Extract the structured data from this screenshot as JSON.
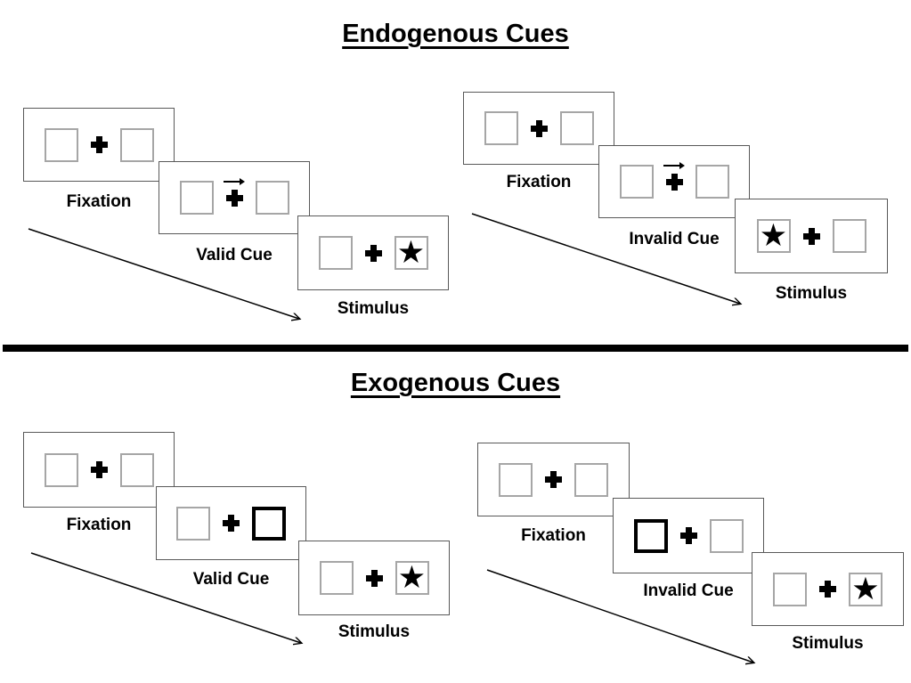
{
  "colors": {
    "card_border": "#595959",
    "box_border": "#a6a6a6",
    "cue_highlight": "#000000",
    "ink": "#000000",
    "background": "#ffffff"
  },
  "icons": {
    "star": "★",
    "fixation_cross": "+",
    "cue_arrow_direction": "right"
  },
  "sections": [
    {
      "title": "Endogenous Cues",
      "trials": [
        {
          "name": "valid",
          "frames": [
            {
              "label": "Fixation",
              "cue": "none",
              "star": "none"
            },
            {
              "label": "Valid Cue",
              "cue": "arrow-right",
              "star": "none"
            },
            {
              "label": "Stimulus",
              "cue": "none",
              "star": "right"
            }
          ]
        },
        {
          "name": "invalid",
          "frames": [
            {
              "label": "Fixation",
              "cue": "none",
              "star": "none"
            },
            {
              "label": "Invalid Cue",
              "cue": "arrow-right",
              "star": "none"
            },
            {
              "label": "Stimulus",
              "cue": "none",
              "star": "left"
            }
          ]
        }
      ]
    },
    {
      "title": "Exogenous Cues",
      "trials": [
        {
          "name": "valid",
          "frames": [
            {
              "label": "Fixation",
              "cue": "none",
              "star": "none"
            },
            {
              "label": "Valid Cue",
              "cue": "thick-box-right",
              "star": "none"
            },
            {
              "label": "Stimulus",
              "cue": "none",
              "star": "right"
            }
          ]
        },
        {
          "name": "invalid",
          "frames": [
            {
              "label": "Fixation",
              "cue": "none",
              "star": "none"
            },
            {
              "label": "Invalid Cue",
              "cue": "thick-box-left",
              "star": "none"
            },
            {
              "label": "Stimulus",
              "cue": "none",
              "star": "right"
            }
          ]
        }
      ]
    }
  ]
}
